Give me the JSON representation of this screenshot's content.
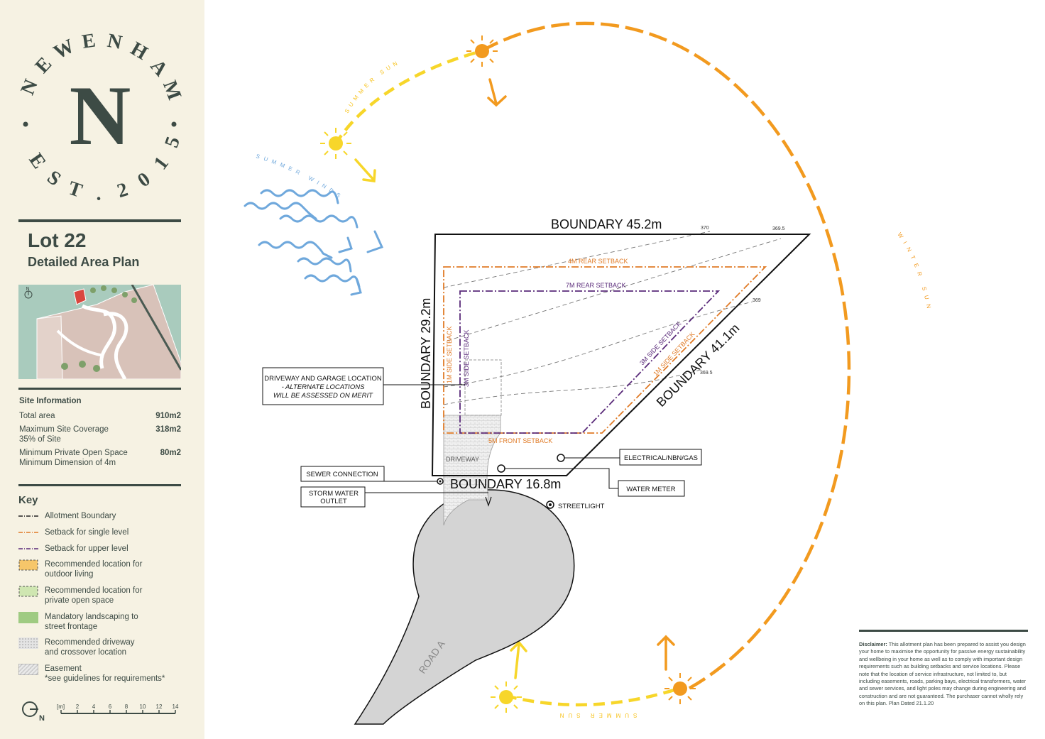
{
  "brand": {
    "name_letters": [
      "N",
      "E",
      "W",
      "E",
      "N",
      "H",
      "A",
      "M"
    ],
    "monogram": "N",
    "est_letters": [
      "E",
      "S",
      "T",
      ".",
      "2",
      "0",
      "1",
      "5"
    ]
  },
  "lot": {
    "title": "Lot 22",
    "subtitle": "Detailed Area Plan"
  },
  "minimap": {
    "north_label": "N"
  },
  "site_info": {
    "heading": "Site Information",
    "rows": [
      {
        "label": "Total area",
        "value": "910m2"
      },
      {
        "label": "Maximum Site Coverage\n35% of Site",
        "value": "318m2"
      },
      {
        "label": "Minimum Private Open Space\nMinimum Dimension of 4m",
        "value": "80m2"
      }
    ]
  },
  "key": {
    "title": "Key",
    "items": [
      {
        "label": "Allotment Boundary",
        "swatch": "allotment"
      },
      {
        "label": "Setback for single level",
        "swatch": "single"
      },
      {
        "label": "Setback for upper level",
        "swatch": "upper"
      },
      {
        "label": "Recommended location for\noutdoor living",
        "swatch": "outdoor"
      },
      {
        "label": "Recommended location for\nprivate open space",
        "swatch": "private"
      },
      {
        "label": "Mandatory landscaping to\nstreet frontage",
        "swatch": "landscape"
      },
      {
        "label": "Recommended driveway\nand crossover location",
        "swatch": "driveway"
      },
      {
        "label": "Easement\n*see guidelines for requirements*",
        "swatch": "easement"
      }
    ]
  },
  "scale": {
    "unit": "[m]",
    "ticks": [
      "2",
      "4",
      "6",
      "8",
      "10",
      "12",
      "14"
    ],
    "north": "N"
  },
  "plan": {
    "boundary_north": "BOUNDARY 45.2m",
    "boundary_west": "BOUNDARY 29.2m",
    "boundary_east": "BOUNDARY 41.1m",
    "boundary_south": "BOUNDARY 16.8m",
    "setback_rear_4m": "4M REAR SETBACK",
    "setback_rear_7m": "7M REAR SETBACK",
    "setback_side_1m_west": "1M SIDE SETBACK",
    "setback_side_3m_west": "3M SIDE SETBACK",
    "setback_side_3m_east": "3M SIDE SETBACK",
    "setback_side_1m_east": "1M SIDE SETBACK",
    "setback_front": "5M FRONT SETBACK",
    "driveway": "DRIVEWAY",
    "road": "ROAD A",
    "contours": [
      "370",
      "369.5",
      "369",
      "369.5"
    ],
    "callouts": {
      "driveway_garage": [
        "DRIVEWAY AND GARAGE LOCATION",
        "- ALTERNATE LOCATIONS",
        "WILL BE ASSESSED ON MERIT"
      ],
      "sewer": "SEWER CONNECTION",
      "storm_water": [
        "STORM WATER",
        "OUTLET"
      ],
      "electrical": "ELECTRICAL/NBN/GAS",
      "water_meter": "WATER METER",
      "streetlight": "STREETLIGHT"
    },
    "climate": {
      "summer_sun_top": "SUMMER SUN",
      "summer_winds": "SUMMER WINDS",
      "winter_sun": "WINTER SUN",
      "summer_sun_bottom": "SUMMER SUN"
    }
  },
  "disclaimer": {
    "heading": "Disclaimer:",
    "body": "This allotment plan has been prepared to assist you design your home to maximise the opportunity for passive energy sustainability and wellbeing in your home as well as to comply with important design requirements such as building setbacks and service locations. Please note that the location of service infrastructure, not limited to, but including easements, roads, parking bays, electrical transformers, water and sewer services, and light poles may change during engineering and construction and are not guaranteed. The purchaser cannot wholly rely on this plan.",
    "dated": "Plan Dated 21.1.20"
  },
  "colors": {
    "brand": "#3d4b45",
    "sidebar_bg": "#f6f2e3",
    "sun_orange": "#f29a1f",
    "sun_yellow": "#f7d62a",
    "wind_blue": "#6fa8dc",
    "setback_orange": "#e07b27",
    "setback_purple": "#5a2b7a",
    "road_grey": "#d4d4d4"
  }
}
